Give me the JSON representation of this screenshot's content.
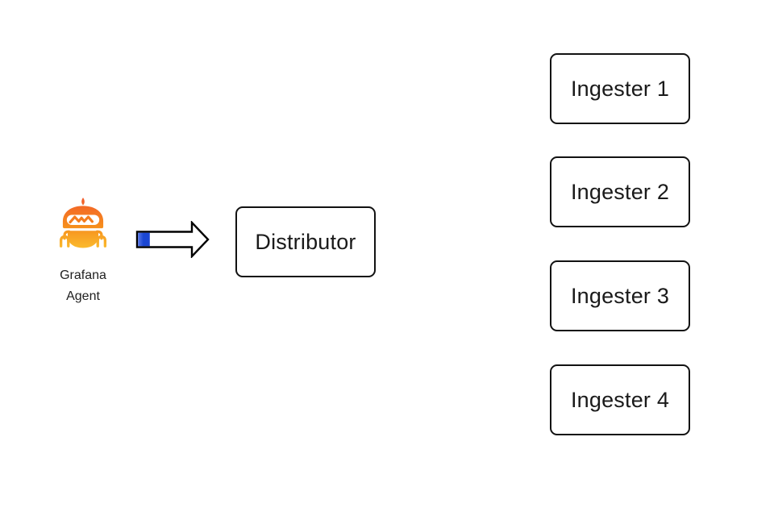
{
  "diagram": {
    "background": "#ffffff",
    "agent": {
      "icon": "grafana-agent-robot-icon",
      "label_line1": "Grafana",
      "label_line2": "Agent",
      "colors": {
        "orange_top": "#f1582b",
        "orange_mid": "#f68d1d",
        "yellow_bottom": "#fcca33",
        "goggle_white": "#ffffff",
        "goggle_wave": "#f47c1e"
      }
    },
    "arrow": {
      "icon": "block-arrow-right-icon",
      "outline_color": "#000000",
      "fill_color": "#ffffff",
      "progress_color": "#1a46d3",
      "progress_color_light": "#5b79e8"
    },
    "nodes": {
      "distributor": {
        "label": "Distributor"
      },
      "ingesters": [
        {
          "label": "Ingester 1"
        },
        {
          "label": "Ingester 2"
        },
        {
          "label": "Ingester 3"
        },
        {
          "label": "Ingester 4"
        }
      ]
    },
    "stroke_color": "#121212",
    "text_color": "#1a1a1a"
  }
}
